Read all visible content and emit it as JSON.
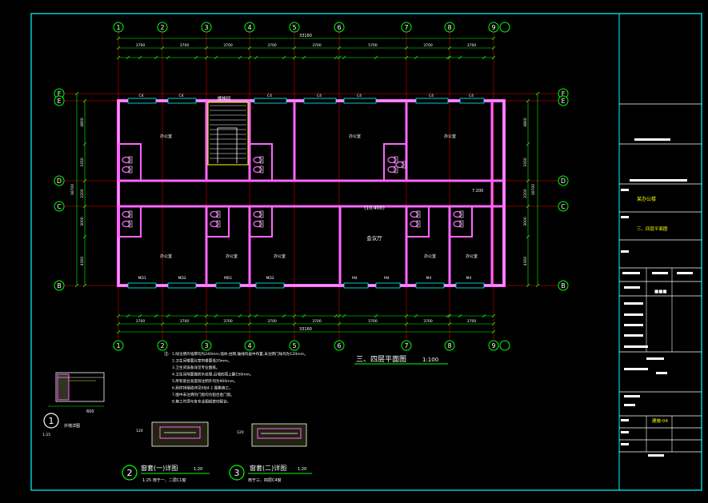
{
  "drawing": {
    "title": "三、四层平面图",
    "scale": "1:100",
    "axes_columns": [
      "1",
      "2",
      "3",
      "4",
      "5",
      "6",
      "7",
      "8",
      "9"
    ],
    "axes_rows": [
      "F",
      "E",
      "D",
      "C",
      "B"
    ],
    "total_dim": "33160",
    "top_spans": [
      "3700",
      "3700",
      "3700",
      "3700",
      "3700",
      "5700",
      "3700",
      "3700"
    ],
    "height_dims": [
      "4800",
      "3350",
      "2200",
      "3000",
      "4300"
    ],
    "total_height": "16700",
    "rooms": {
      "stair_hall": "楼梯间",
      "hall": "(10.400)",
      "meeting": "会议厅"
    },
    "elevation_mark": "7.200",
    "window_labels": [
      "C4",
      "C4",
      "C4",
      "C4",
      "C4",
      "C4",
      "C4",
      "C4",
      "C4"
    ],
    "door_labels": [
      "MD1",
      "MD2",
      "MD1",
      "MD2",
      "M4",
      "M4",
      "M4",
      "M4"
    ],
    "notes_title": "注:",
    "notes": [
      "1.除注明外墙厚均为240mm,墙体,柱网,轴线均居中布置,未注明门垛均为120mm。",
      "2.卫生间楼面比室内楼面低20mm。",
      "3.卫生间设备详见专业图纸。",
      "4.卫生间地面做防水处理,沿墙四周上翻150mm。",
      "5.所有窗台高度除注明外均为900mm。",
      "6.厨房排烟道详见98J4-1 图集施工。",
      "7.图中未注明的门窗均为铝合金门窗。",
      "8.施工时须与各专业图纸密切配合。"
    ]
  },
  "details": {
    "d1": {
      "num": "1",
      "label": "1:25",
      "text": "外墙详图"
    },
    "d2": {
      "num": "2",
      "title": "窗套(一)详图",
      "scale": "1:20",
      "text": "1:25 用于一、二层C1窗"
    },
    "d3": {
      "num": "3",
      "title": "窗套(二)详图",
      "scale": "1:20",
      "text": "用于三、四层C4窗"
    }
  },
  "title_block": {
    "project": "某办公楼",
    "drawing_name": "三、四层平面图",
    "sheet_no": "建施-04"
  },
  "colors": {
    "frame": "#00ffff",
    "wall": "#ff66ff",
    "dim": "#00ff00",
    "axis": "#ff0000",
    "text": "#ffffff",
    "yellow": "#ffff00"
  }
}
